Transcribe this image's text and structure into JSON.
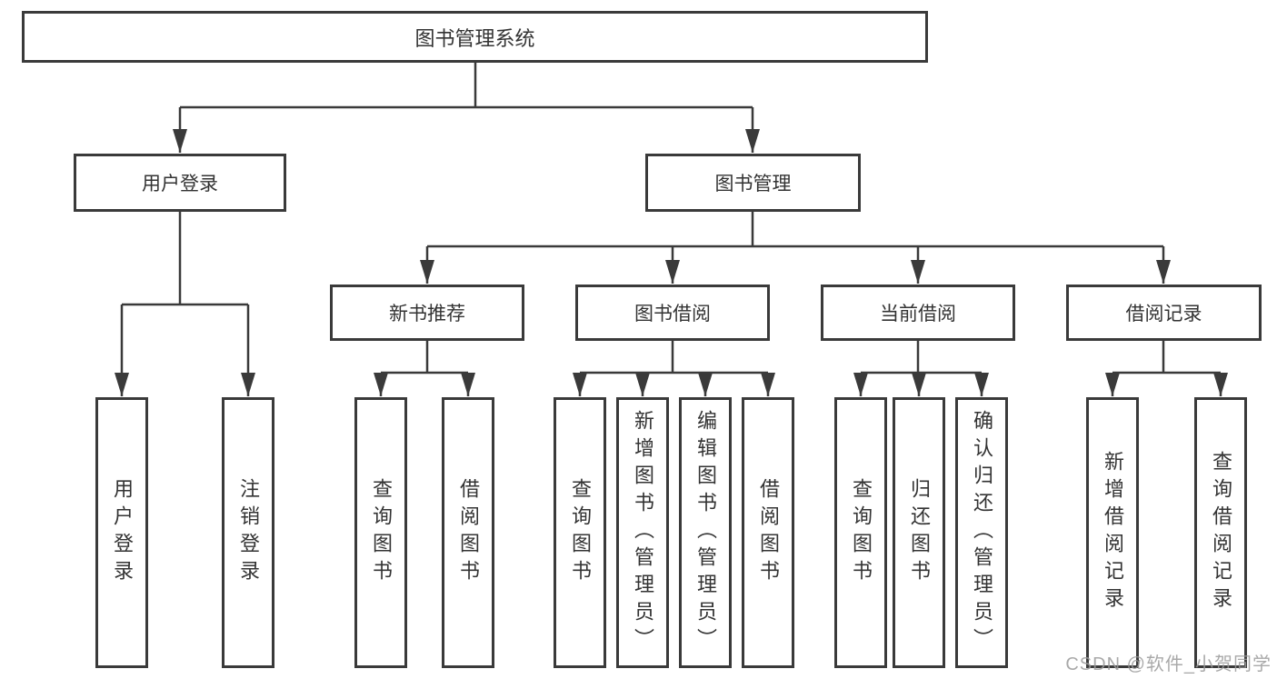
{
  "watermark": {
    "text": "CSDN @软件_小贺同学",
    "color": "#9b9b9b"
  },
  "diagram": {
    "type": "hierarchy-tree",
    "line_color": "#3a3a3a",
    "node_background": "#ffffff",
    "text_color": "#333333",
    "tree": {
      "label": "图书管理系统",
      "children": [
        {
          "label": "用户登录",
          "children": [
            {
              "label": "用户登录"
            },
            {
              "label": "注销登录"
            }
          ]
        },
        {
          "label": "图书管理",
          "children": [
            {
              "label": "新书推荐",
              "children": [
                {
                  "label": "查询图书"
                },
                {
                  "label": "借阅图书"
                }
              ]
            },
            {
              "label": "图书借阅",
              "children": [
                {
                  "label": "查询图书"
                },
                {
                  "label": "新增图书（管理员）"
                },
                {
                  "label": "编辑图书（管理员）"
                },
                {
                  "label": "借阅图书"
                }
              ]
            },
            {
              "label": "当前借阅",
              "children": [
                {
                  "label": "查询图书"
                },
                {
                  "label": "归还图书"
                },
                {
                  "label": "确认归还（管理员）"
                }
              ]
            },
            {
              "label": "借阅记录",
              "children": [
                {
                  "label": "新增借阅记录"
                },
                {
                  "label": "查询借阅记录"
                }
              ]
            }
          ]
        }
      ]
    }
  }
}
